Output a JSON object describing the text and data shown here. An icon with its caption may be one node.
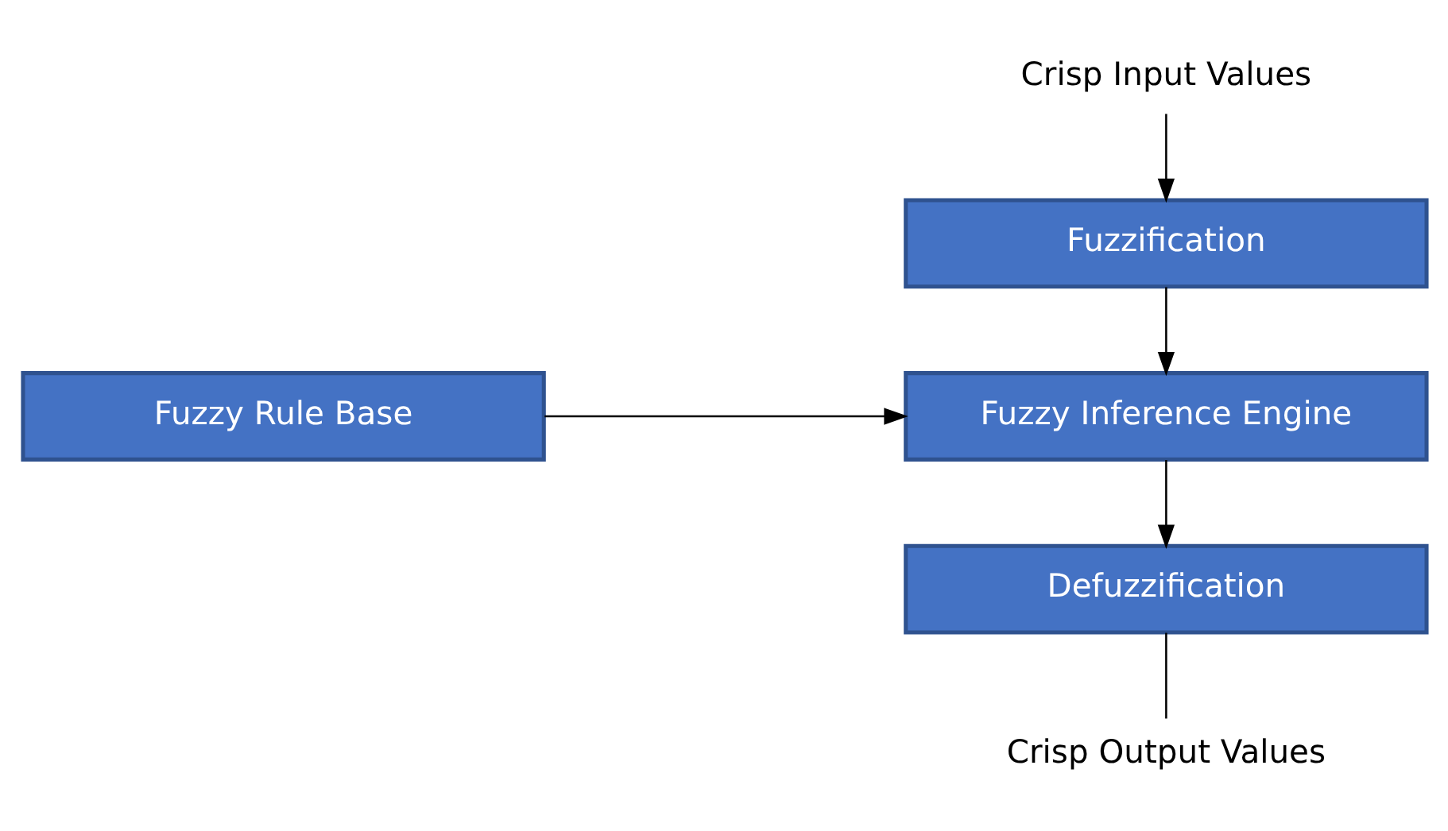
{
  "diagram": {
    "nodes": [
      {
        "text": [
          "Crisp Input Values"
        ]
      },
      {
        "text": [
          "Fuzzification"
        ]
      },
      {
        "text": [
          "Fuzzy Rule Base"
        ]
      },
      {
        "text": [
          "Fuzzy Inference Engine"
        ]
      },
      {
        "text": [
          "Defuzzification"
        ]
      },
      {
        "text": [
          "Crisp Output Values"
        ]
      }
    ],
    "edges": [
      {
        "from": 0,
        "to": 1,
        "arrow": "to"
      },
      {
        "from": 1,
        "to": 3,
        "arrow": "to"
      },
      {
        "from": 2,
        "to": 3,
        "arrow": "to"
      },
      {
        "from": 3,
        "to": 4,
        "arrow": "to"
      },
      {
        "from": 4,
        "to": 5,
        "arrow": "none"
      }
    ]
  }
}
